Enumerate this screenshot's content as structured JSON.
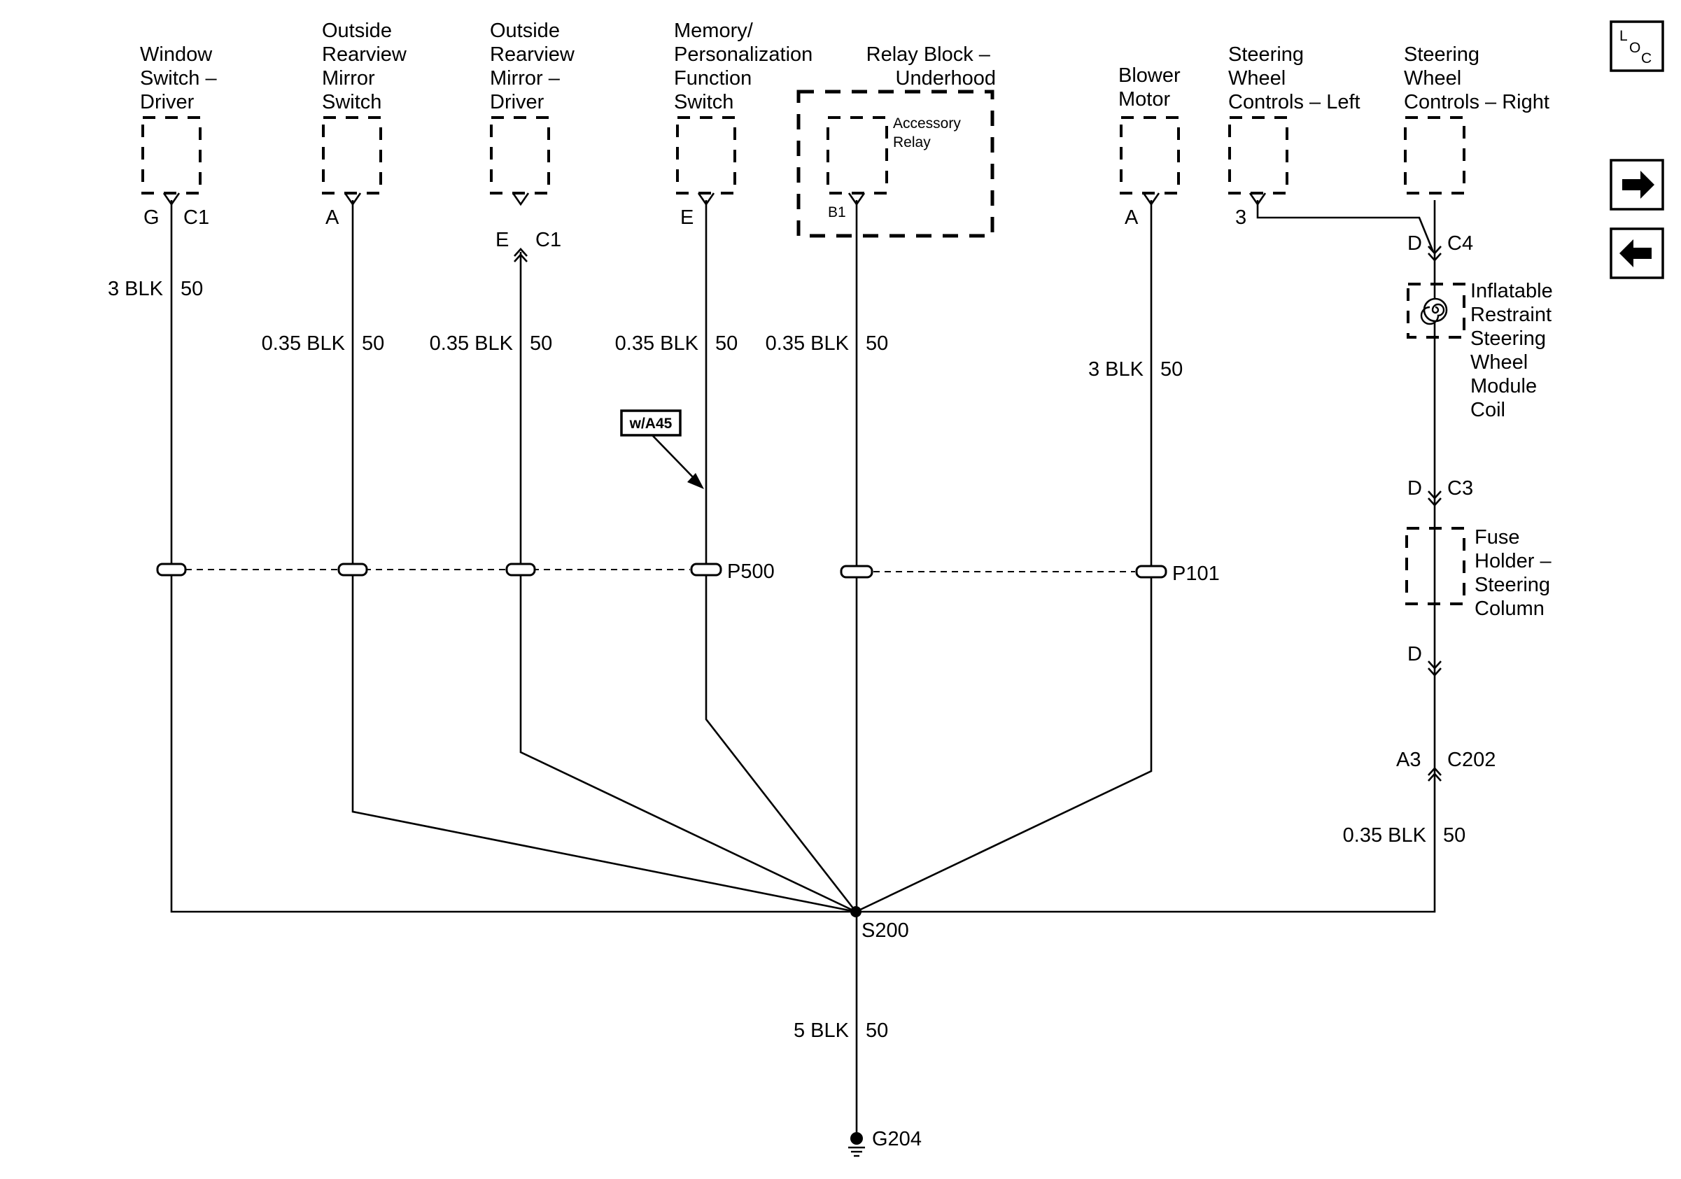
{
  "components": {
    "window_switch": [
      "Window",
      "Switch –",
      "Driver"
    ],
    "mirror_switch": [
      "Outside",
      "Rearview",
      "Mirror",
      "Switch"
    ],
    "mirror_driver": [
      "Outside",
      "Rearview",
      "Mirror –",
      "Driver"
    ],
    "memory_switch": [
      "Memory/",
      "Personalization",
      "Function",
      "Switch"
    ],
    "relay_block": [
      "Relay Block –",
      "Underhood"
    ],
    "accessory_relay": [
      "Accessory",
      "Relay"
    ],
    "blower_motor": [
      "Blower",
      "Motor"
    ],
    "swc_left": [
      "Steering",
      "Wheel",
      "Controls – Left"
    ],
    "swc_right": [
      "Steering",
      "Wheel",
      "Controls – Right"
    ],
    "sir_coil": [
      "Inflatable",
      "Restraint",
      "Steering",
      "Wheel",
      "Module",
      "Coil"
    ],
    "fuse_holder": [
      "Fuse",
      "Holder –",
      "Steering",
      "Column"
    ]
  },
  "pins": {
    "window_pin": "G",
    "window_conn": "C1",
    "mirror_switch_pin": "A",
    "mirror_driver_pin": "E",
    "mirror_driver_conn": "C1",
    "memory_pin": "E",
    "relay_pin": "B1",
    "blower_pin": "A",
    "swc_left_pin": "3",
    "swc_right_pin": "D",
    "swc_right_conn": "C4",
    "coil_pin": "D",
    "coil_conn": "C3",
    "fuse_pin": "D",
    "c202_pin": "A3",
    "c202_conn": "C202"
  },
  "wires": {
    "window": {
      "size": "3 BLK",
      "circuit": "50"
    },
    "mirror_switch": {
      "size": "0.35 BLK",
      "circuit": "50"
    },
    "mirror_driver": {
      "size": "0.35 BLK",
      "circuit": "50"
    },
    "memory": {
      "size": "0.35 BLK",
      "circuit": "50"
    },
    "relay": {
      "size": "0.35 BLK",
      "circuit": "50"
    },
    "blower": {
      "size": "3 BLK",
      "circuit": "50"
    },
    "swc_right": {
      "size": "0.35 BLK",
      "circuit": "50"
    },
    "ground": {
      "size": "5 BLK",
      "circuit": "50"
    }
  },
  "option_tag": "w/A45",
  "pass_throughs": {
    "p500": "P500",
    "p101": "P101"
  },
  "splice": "S200",
  "ground_point": "G204",
  "nav": {
    "loc_letters": [
      "L",
      "O",
      "C"
    ],
    "next_icon": "arrow-right-icon",
    "prev_icon": "arrow-left-icon"
  }
}
